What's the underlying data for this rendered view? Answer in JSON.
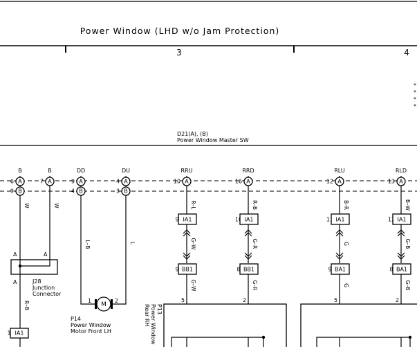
{
  "title": "Power Window (LHD w/o Jam Protection)",
  "column_labels": [
    "3",
    "4"
  ],
  "notes": [
    "*",
    "*",
    "*",
    "*"
  ],
  "switch": {
    "code": "D21(A), (B)",
    "name": "Power Window Master SW"
  },
  "terminals": [
    {
      "name": "B",
      "pins": [
        {
          "num": "6",
          "letter": "A"
        },
        {
          "num": "9",
          "letter": "B"
        }
      ]
    },
    {
      "name": "B",
      "pins": [
        {
          "num": "7",
          "letter": "A"
        }
      ]
    },
    {
      "name": "DD",
      "pins": [
        {
          "num": "9",
          "letter": "A"
        },
        {
          "num": "4",
          "letter": "B"
        }
      ]
    },
    {
      "name": "DU",
      "pins": [
        {
          "num": "4",
          "letter": "A"
        },
        {
          "num": "3",
          "letter": "B"
        }
      ]
    },
    {
      "name": "RRU",
      "pins": [
        {
          "num": "10",
          "letter": "A"
        }
      ]
    },
    {
      "name": "RRD",
      "pins": [
        {
          "num": "16",
          "letter": "A"
        }
      ]
    },
    {
      "name": "RLU",
      "pins": [
        {
          "num": "12",
          "letter": "A"
        }
      ]
    },
    {
      "name": "RLD",
      "pins": [
        {
          "num": "13",
          "letter": "A"
        }
      ]
    }
  ],
  "wire_colors": {
    "w1": "W",
    "w2": "W",
    "w3": "L–B",
    "w4": "L",
    "w5": "R–L",
    "w6": "R–B",
    "w7": "B–R",
    "w8": "B–W",
    "g1": "G–W",
    "g2": "G–R",
    "g3": "G",
    "g4": "G–B",
    "g5": "G–W",
    "g6": "G–R",
    "g7": "G",
    "g8": "G–B",
    "w9": "R–B"
  },
  "connectors_upper": [
    {
      "pin": "9",
      "label": "IA1"
    },
    {
      "pin": "10",
      "label": "IA1"
    },
    {
      "pin": "11",
      "label": "IA1"
    },
    {
      "pin": "12",
      "label": "IA1"
    }
  ],
  "connectors_lower": [
    {
      "pin": "9",
      "label": "BB1"
    },
    {
      "pin": "8",
      "label": "BB1"
    },
    {
      "pin": "9",
      "label": "BA1"
    },
    {
      "pin": "8",
      "label": "BA1"
    }
  ],
  "component_pins": [
    "5",
    "2",
    "5",
    "2"
  ],
  "junction": {
    "pin_a": "A",
    "pin_b": "A",
    "pin_c": "A",
    "code": "J28",
    "name_line1": "Junction",
    "name_line2": "Connector"
  },
  "motor_front": {
    "symbol": "M",
    "pin1": "1",
    "pin2": "2",
    "code": "P14",
    "line1": "Power Window",
    "line2": "Motor Front LH"
  },
  "rear_motor": {
    "code": "P13",
    "line1": "Power Window",
    "line2": "Rear RH"
  },
  "bottom_connector": {
    "pin": "1",
    "label": "IA1"
  }
}
